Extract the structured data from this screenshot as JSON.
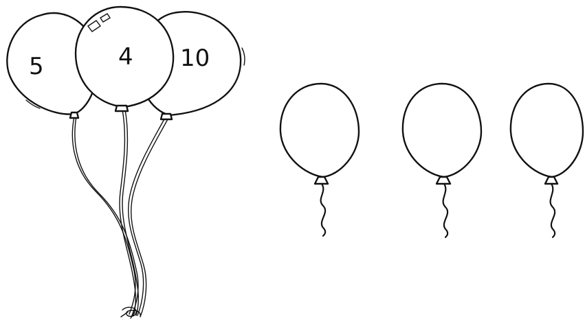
{
  "balloon_numbers": {
    "left": "5",
    "middle": "4",
    "right": "10"
  },
  "ink_color": "#111111",
  "background_color": "#ffffff",
  "empty_balloons": [
    {
      "name": "empty-balloon-1"
    },
    {
      "name": "empty-balloon-2"
    },
    {
      "name": "empty-balloon-3"
    }
  ]
}
